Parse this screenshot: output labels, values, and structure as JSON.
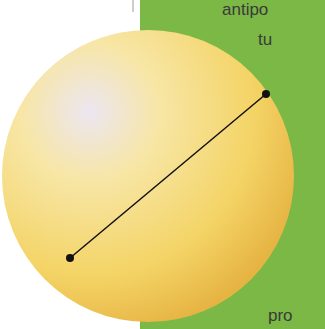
{
  "diagram": {
    "labels": [
      "antipo",
      "tu",
      "pro"
    ]
  }
}
